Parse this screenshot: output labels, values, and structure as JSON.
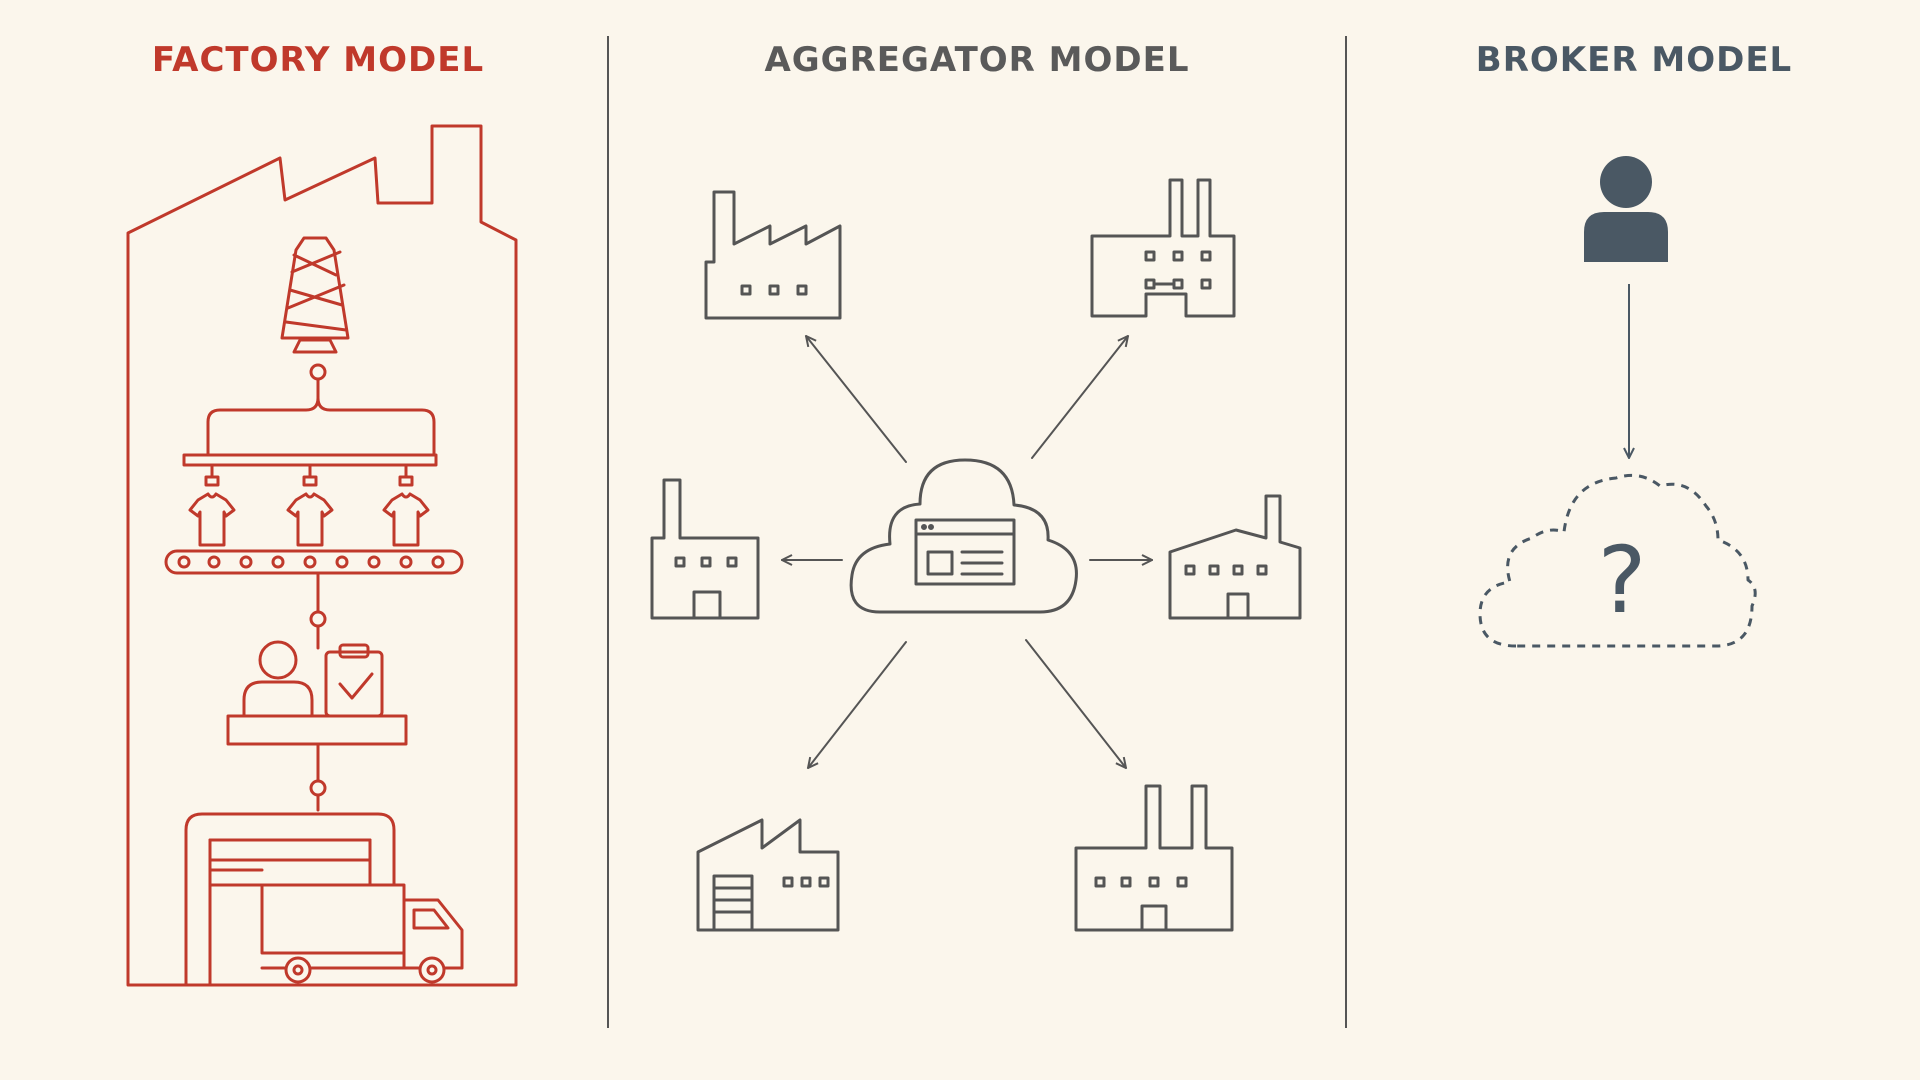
{
  "panels": {
    "factory": {
      "title": "FACTORY MODEL",
      "color": "#c0392b"
    },
    "aggregator": {
      "title": "AGGREGATOR MODEL",
      "color": "#5a5a5a"
    },
    "broker": {
      "title": "BROKER MODEL",
      "color": "#4a5864",
      "question_mark": "?"
    }
  }
}
